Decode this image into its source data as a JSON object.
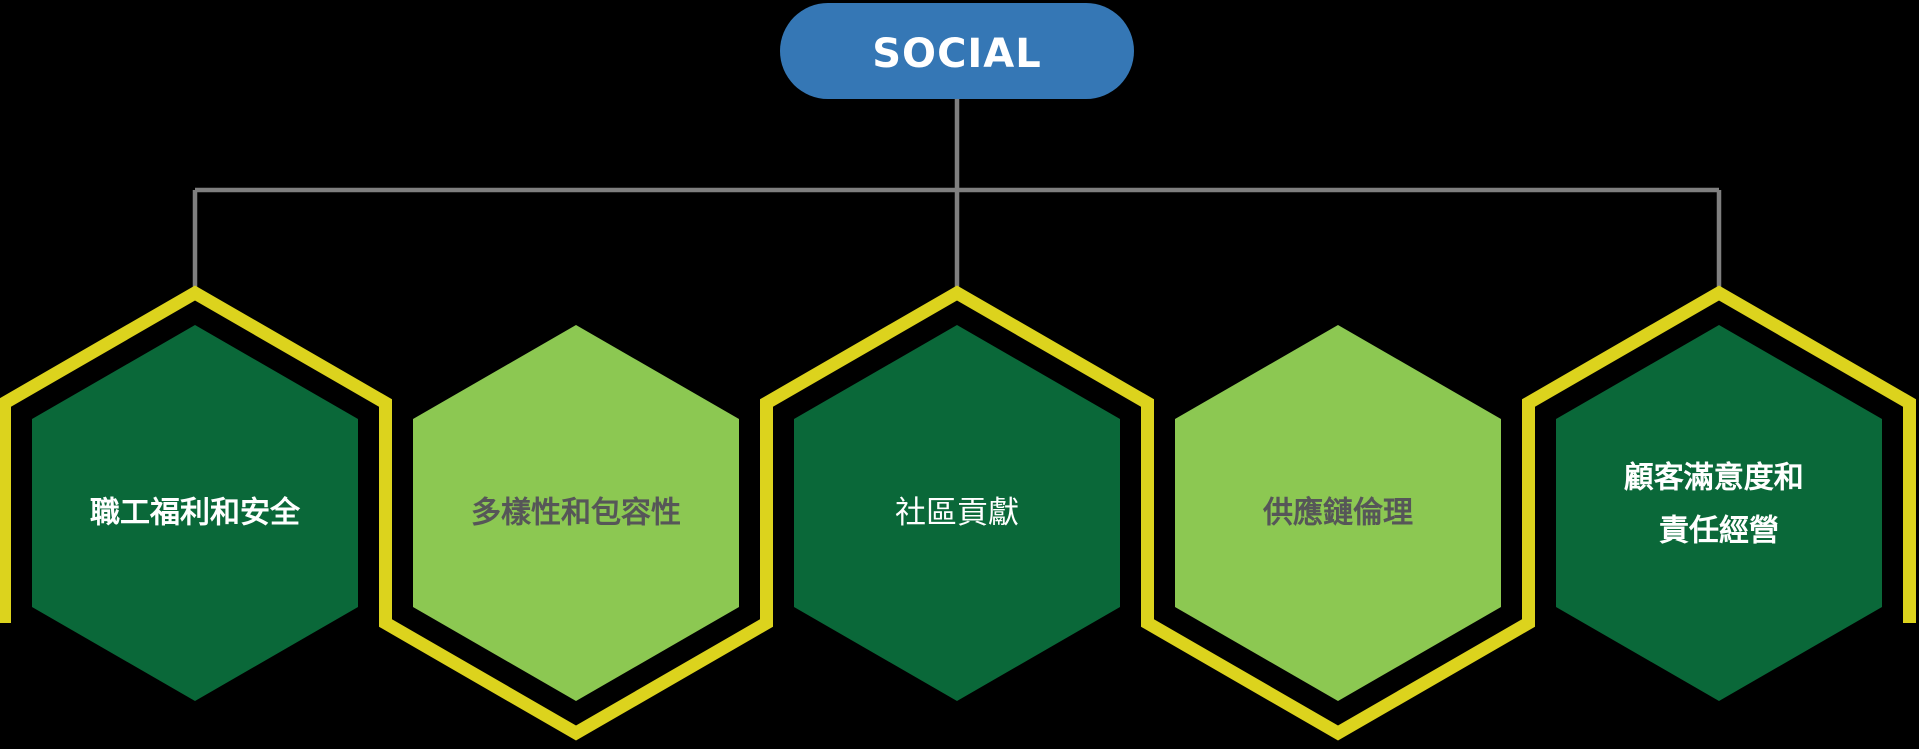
{
  "diagram": {
    "root": {
      "label": "SOCIAL"
    },
    "children": [
      {
        "label": "職工福利和安全",
        "variant": "dark-green"
      },
      {
        "label": "多樣性和包容性",
        "variant": "light-green"
      },
      {
        "label": "社區貢獻",
        "variant": "dark-green"
      },
      {
        "label": "供應鏈倫理",
        "variant": "light-green"
      },
      {
        "label": "顧客滿意度和 責任經營",
        "lines": [
          "顧客滿意度和",
          "責任經營"
        ],
        "variant": "dark-green"
      }
    ]
  },
  "colors": {
    "background": "#000000",
    "node_blue": "#3577B5",
    "dark_green": "#0A6839",
    "light_green": "#8CC852",
    "outline_yellow": "#DCD31D",
    "connector_gray": "#7F7F7F",
    "label_white": "#FFFFFF",
    "label_gray": "#565658"
  }
}
